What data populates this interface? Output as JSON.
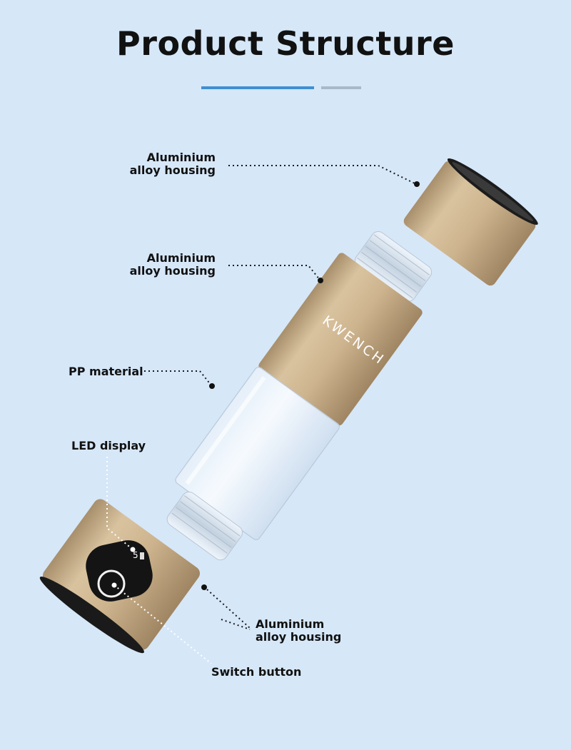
{
  "title": "Product Structure",
  "brand": "KWENCH",
  "display_value": "5",
  "labels": {
    "top_cap": {
      "line1": "Aluminium",
      "line2": "alloy housing"
    },
    "sleeve": {
      "line1": "Aluminium",
      "line2": "alloy housing"
    },
    "pp": "PP material",
    "led": "LED display",
    "base": {
      "line1": "Aluminium",
      "line2": "alloy housing"
    },
    "switch": "Switch button"
  },
  "colors": {
    "background": "#d6e7f8",
    "accent_bar": "#3f8fd2",
    "secondary_bar": "#a8b9c9",
    "gold": "#c9b08a"
  }
}
